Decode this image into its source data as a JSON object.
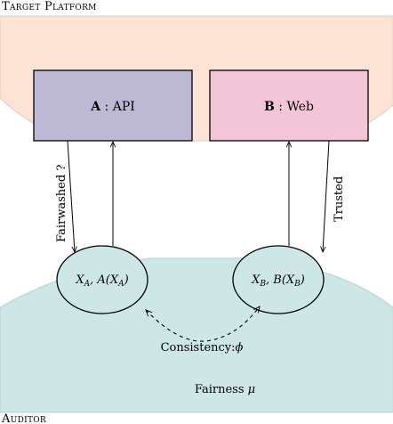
{
  "top_label": "Target Platform",
  "bottom_label": "Auditor",
  "box_a": {
    "letter": "A",
    "text": " : API"
  },
  "box_b": {
    "letter": "B",
    "text": " : Web"
  },
  "ellipse_a": {
    "main": "X",
    "sub": "A",
    "mid": ", A(X",
    "sub2": "A",
    "end": ")"
  },
  "ellipse_b": {
    "main": "X",
    "sub": "B",
    "mid": ", B(X",
    "sub2": "B",
    "end": ")"
  },
  "edge_left": "Fairwashed ?",
  "edge_right": "Trusted",
  "consistency": {
    "text": "Consistency:",
    "symbol": "ϕ"
  },
  "fairness": {
    "text": "Fairness ",
    "symbol": "μ"
  },
  "colors": {
    "platform_fill": "#fce3d3",
    "auditor_fill": "#cde6e6",
    "box_a_fill": "#bdb8d4",
    "box_b_fill": "#f3c6d7",
    "ellipse_fill": "#cde6e6",
    "stroke": "#000000"
  }
}
